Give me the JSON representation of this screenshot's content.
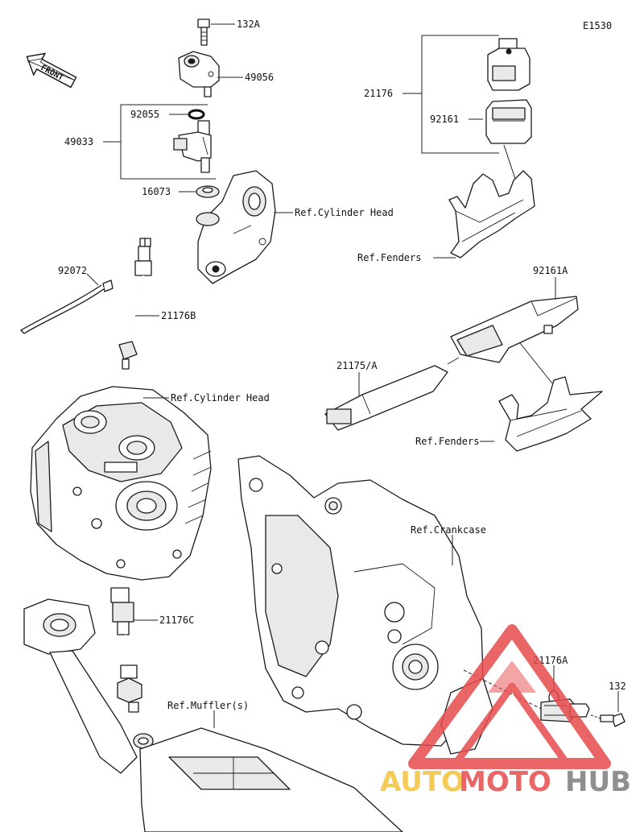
{
  "diagram": {
    "code": "E1530",
    "front_label": "FRONT",
    "labels": {
      "p132A": "132A",
      "p49056": "49056",
      "p92055": "92055",
      "p49033": "49033",
      "p16073": "16073",
      "ref_cyl_head_1": "Ref.Cylinder Head",
      "p21176": "21176",
      "p92161": "92161",
      "ref_fenders_1": "Ref.Fenders",
      "p92072": "92072",
      "p21176B": "21176B",
      "p92161A": "92161A",
      "ref_cyl_head_2": "Ref.Cylinder Head",
      "p21175A": "21175/A",
      "ref_fenders_2": "Ref.Fenders",
      "ref_crankcase": "Ref.Crankcase",
      "p21176C": "21176C",
      "p21176A": "21176A",
      "p132": "132",
      "ref_muffler": "Ref.Muffler(s)"
    },
    "watermark": {
      "part1": "AUTO",
      "part2": "MOTO",
      "part3": "HUB",
      "colors": {
        "yellow": "#f4c23a",
        "red": "#e74c4c",
        "gray": "#7c7c7c"
      }
    }
  }
}
